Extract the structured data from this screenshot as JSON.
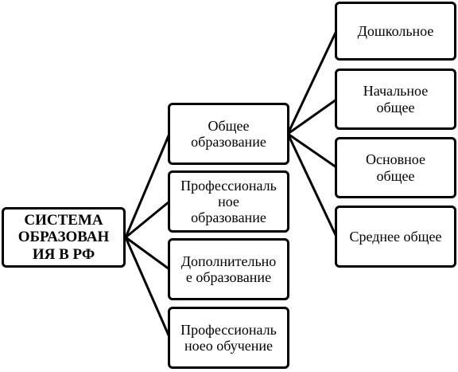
{
  "root": {
    "label": "СИСТЕМА\nОБРАЗОВАН\nИЯ В РФ"
  },
  "level1": [
    {
      "label": "Общее\nобразование"
    },
    {
      "label": "Профессиональ\nное\nобразование"
    },
    {
      "label": "Дополнительно\nе образование"
    },
    {
      "label": "Профессиональ\nноео обучение"
    }
  ],
  "level2": [
    {
      "label": "Дошкольное"
    },
    {
      "label": "Начальное\nобщее"
    },
    {
      "label": "Основное\nобщее"
    },
    {
      "label": "Среднее общее"
    }
  ]
}
